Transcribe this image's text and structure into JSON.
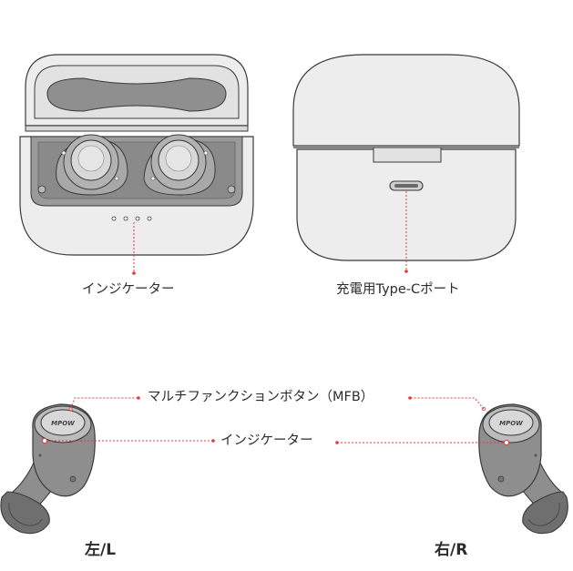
{
  "labels": {
    "case_indicator": "インジケーター",
    "charging_port": "充電用Type-Cポート",
    "mfb": "マルチファンクションボタン（MFB）",
    "earbud_indicator": "インジケーター",
    "left": "左/L",
    "right": "右/R"
  },
  "brand": "MPOW",
  "colors": {
    "outline": "#3a3a3a",
    "case_body": "#ededed",
    "case_inner": "#9a9a9a",
    "bud_body": "#8e8e8e",
    "bud_face": "#cfcfcf",
    "tip": "#6f6f6f",
    "callout": "#e23a3a"
  }
}
